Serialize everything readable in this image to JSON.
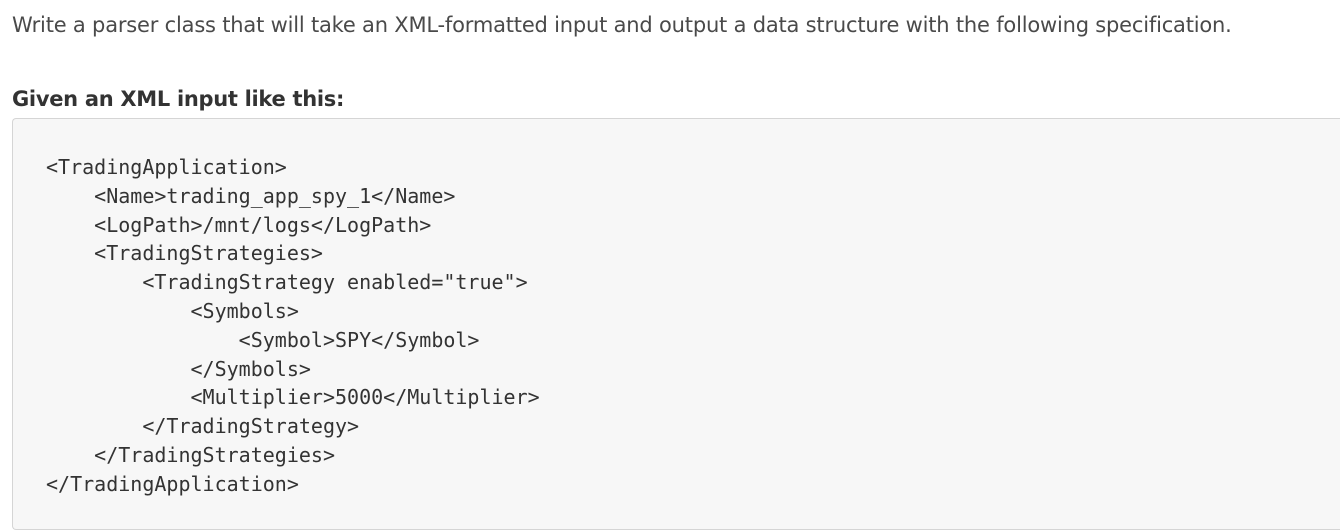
{
  "intro_text": "Write a parser class that will take an XML-formatted input and output a data structure with the following specification.",
  "subheading": "Given an XML input like this:",
  "code": {
    "lines": [
      "<TradingApplication>",
      "    <Name>trading_app_spy_1</Name>",
      "    <LogPath>/mnt/logs</LogPath>",
      "    <TradingStrategies>",
      "        <TradingStrategy enabled=\"true\">",
      "            <Symbols>",
      "                <Symbol>SPY</Symbol>",
      "            </Symbols>",
      "            <Multiplier>5000</Multiplier>",
      "        </TradingStrategy>",
      "    </TradingStrategies>",
      "</TradingApplication>"
    ]
  }
}
